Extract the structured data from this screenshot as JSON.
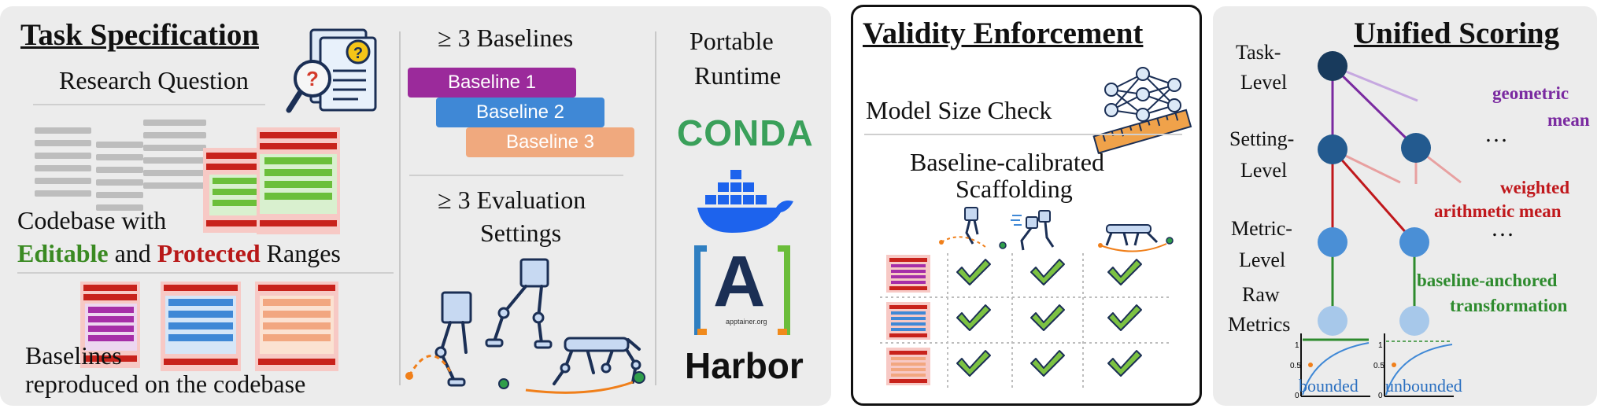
{
  "task_spec": {
    "title": "Task Specification",
    "research_question": "Research Question",
    "codebase_line1": "Codebase with",
    "editable": "Editable",
    "and": " and ",
    "protected": "Protected",
    "ranges": " Ranges",
    "baselines_line1": "Baselines",
    "baselines_line2": "reproduced on the codebase"
  },
  "baselines": {
    "heading": "≥ 3 Baselines",
    "items": [
      "Baseline 1",
      "Baseline 2",
      "Baseline 3"
    ],
    "colors": [
      "#9b2a9b",
      "#3f88d6",
      "#f0a97e"
    ]
  },
  "evaluation": {
    "heading_line1": "≥ 3 Evaluation",
    "heading_line2": "Settings"
  },
  "runtime": {
    "heading_line1": "Portable",
    "heading_line2": "Runtime",
    "conda": "CONDA",
    "apptainer_letter": "A",
    "apptainer_sub": "apptainer.org",
    "harbor": "Harbor"
  },
  "validity": {
    "title": "Validity Enforcement",
    "model_size": "Model Size Check",
    "scaffold_line1": "Baseline-calibrated",
    "scaffold_line2": "Scaffolding"
  },
  "scoring": {
    "title": "Unified Scoring",
    "levels": [
      {
        "line1": "Task-",
        "line2": "Level"
      },
      {
        "line1": "Setting-",
        "line2": "Level"
      },
      {
        "line1": "Metric-",
        "line2": "Level"
      },
      {
        "line1": "Raw",
        "line2": "Metrics"
      }
    ],
    "geo_line1": "geometric",
    "geo_line2": "mean",
    "weighted_line1": "weighted",
    "weighted_line2": "arithmetic mean",
    "anchored_line1": "baseline-anchored",
    "anchored_line2": "transformation",
    "ellipsis": "…",
    "bounded": "bounded",
    "unbounded": "unbounded",
    "colors": {
      "geo": "#7a2aa0",
      "weighted": "#c0181c",
      "anchored": "#2e8b2e",
      "node_dark": "#183a5c"
    }
  }
}
